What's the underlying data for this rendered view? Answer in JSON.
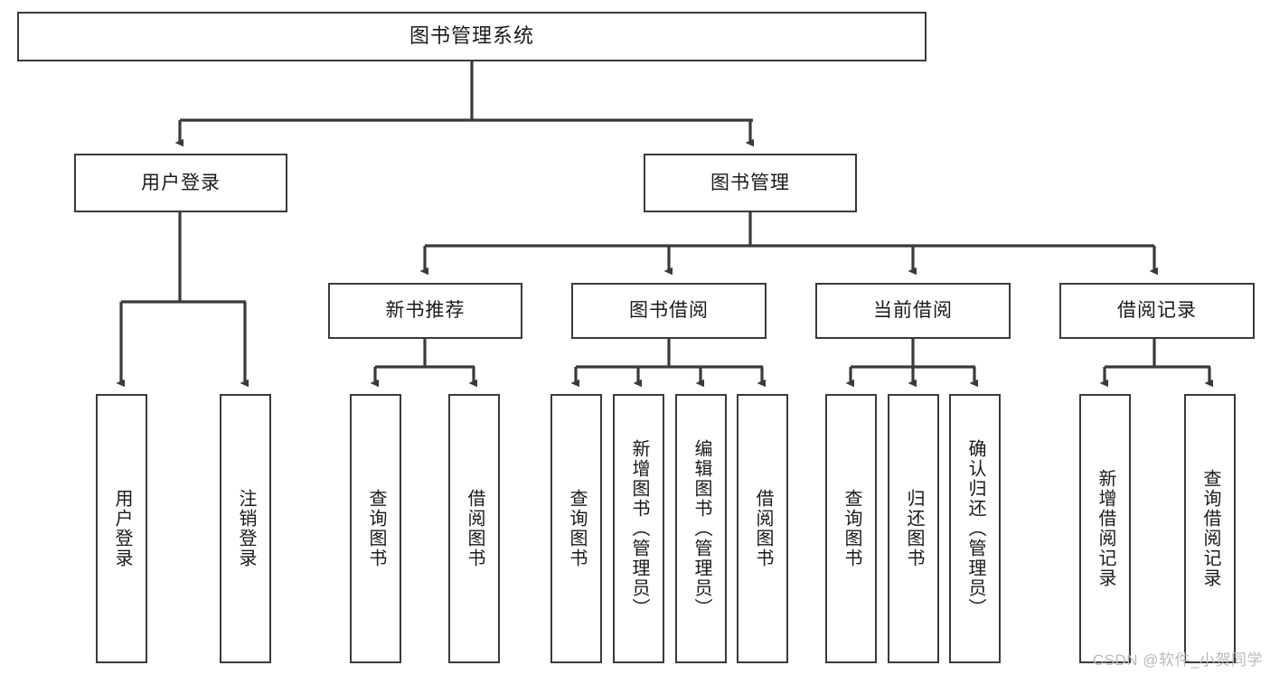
{
  "diagram": {
    "title": "图书管理系统",
    "type": "tree",
    "background": "#ffffff",
    "line_color": "#3a3a3a",
    "text_color": "#1a1a1a"
  },
  "root": {
    "label": "图书管理系统"
  },
  "level2": [
    {
      "id": "user-login",
      "label": "用户登录"
    },
    {
      "id": "book-manage",
      "label": "图书管理"
    }
  ],
  "level3": [
    {
      "id": "new-book-rec",
      "label": "新书推荐"
    },
    {
      "id": "book-borrow",
      "label": "图书借阅"
    },
    {
      "id": "current-borrow",
      "label": "当前借阅"
    },
    {
      "id": "borrow-record",
      "label": "借阅记录"
    }
  ],
  "leaves": {
    "user_login": [
      {
        "id": "leaf-user-login",
        "label": "用户登录"
      },
      {
        "id": "leaf-logout-login",
        "label": "注销登录"
      }
    ],
    "new_book_rec": [
      {
        "id": "leaf-query-book-1",
        "label": "查询图书"
      },
      {
        "id": "leaf-borrow-book-1",
        "label": "借阅图书"
      }
    ],
    "book_borrow": [
      {
        "id": "leaf-query-book-2",
        "label": "查询图书"
      },
      {
        "id": "leaf-add-book",
        "label": "新增图书（管理员）"
      },
      {
        "id": "leaf-edit-book",
        "label": "编辑图书（管理员）"
      },
      {
        "id": "leaf-borrow-book-2",
        "label": "借阅图书"
      }
    ],
    "current_borrow": [
      {
        "id": "leaf-query-book-3",
        "label": "查询图书"
      },
      {
        "id": "leaf-return-book",
        "label": "归还图书"
      },
      {
        "id": "leaf-confirm-return",
        "label": "确认归还（管理员）"
      }
    ],
    "borrow_record": [
      {
        "id": "leaf-add-record",
        "label": "新增借阅记录"
      },
      {
        "id": "leaf-query-record",
        "label": "查询借阅记录"
      }
    ]
  },
  "watermark": {
    "text": "CSDN @软件_小贺同学"
  }
}
